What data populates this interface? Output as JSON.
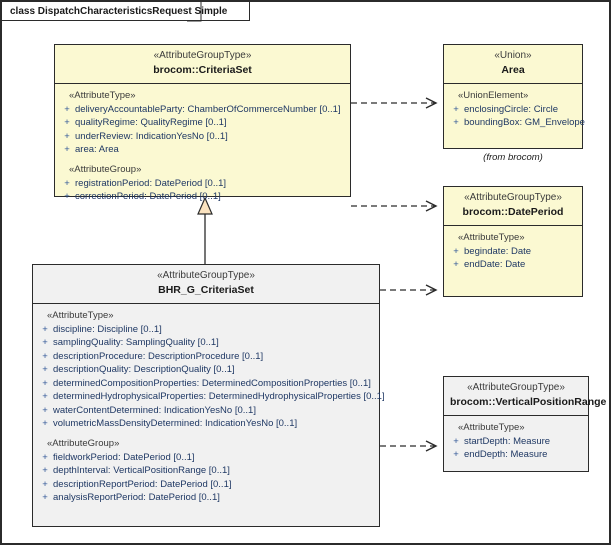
{
  "diagram": {
    "frame_label": "class DispatchCharacteristicsRequest Simple",
    "type": "uml-class-diagram"
  },
  "classes": [
    {
      "id": "criteriaset",
      "stereotype": "«AttributeGroupType»",
      "name": "brocom::CriteriaSet",
      "fill": "yellow",
      "compartments": [
        {
          "group": "«AttributeType»",
          "attributes": [
            {
              "visibility": "+",
              "text": "deliveryAccountableParty: ChamberOfCommerceNumber [0..1]"
            },
            {
              "visibility": "+",
              "text": "qualityRegime: QualityRegime [0..1]"
            },
            {
              "visibility": "+",
              "text": "underReview: IndicationYesNo [0..1]"
            },
            {
              "visibility": "+",
              "text": "area: Area"
            }
          ]
        },
        {
          "group": "«AttributeGroup»",
          "attributes": [
            {
              "visibility": "+",
              "text": "registrationPeriod: DatePeriod [0..1]"
            },
            {
              "visibility": "+",
              "text": "correctionPeriod: DatePeriod [0..1]"
            }
          ]
        }
      ]
    },
    {
      "id": "bhr",
      "stereotype": "«AttributeGroupType»",
      "name": "BHR_G_CriteriaSet",
      "fill": "grey",
      "compartments": [
        {
          "group": "«AttributeType»",
          "attributes": [
            {
              "visibility": "+",
              "text": "discipline: Discipline [0..1]"
            },
            {
              "visibility": "+",
              "text": "samplingQuality: SamplingQuality [0..1]"
            },
            {
              "visibility": "+",
              "text": "descriptionProcedure: DescriptionProcedure [0..1]"
            },
            {
              "visibility": "+",
              "text": "descriptionQuality: DescriptionQuality [0..1]"
            },
            {
              "visibility": "+",
              "text": "determinedCompositionProperties: DeterminedCompositionProperties [0..1]"
            },
            {
              "visibility": "+",
              "text": "determinedHydrophysicalProperties: DeterminedHydrophysicalProperties [0..1]"
            },
            {
              "visibility": "+",
              "text": "waterContentDetermined: IndicationYesNo [0..1]"
            },
            {
              "visibility": "+",
              "text": "volumetricMassDensityDetermined: IndicationYesNo [0..1]"
            }
          ]
        },
        {
          "group": "«AttributeGroup»",
          "attributes": [
            {
              "visibility": "+",
              "text": "fieldworkPeriod: DatePeriod [0..1]"
            },
            {
              "visibility": "+",
              "text": "depthInterval: VerticalPositionRange [0..1]"
            },
            {
              "visibility": "+",
              "text": "descriptionReportPeriod: DatePeriod [0..1]"
            },
            {
              "visibility": "+",
              "text": "analysisReportPeriod: DatePeriod [0..1]"
            }
          ]
        }
      ]
    },
    {
      "id": "area",
      "stereotype": "«Union»",
      "name": "Area",
      "fill": "yellow",
      "note": "(from brocom)",
      "compartments": [
        {
          "group": "«UnionElement»",
          "attributes": [
            {
              "visibility": "+",
              "text": "enclosingCircle: Circle"
            },
            {
              "visibility": "+",
              "text": "boundingBox: GM_Envelope"
            }
          ]
        }
      ]
    },
    {
      "id": "dateperiod",
      "stereotype": "«AttributeGroupType»",
      "name": "brocom::DatePeriod",
      "fill": "yellow",
      "compartments": [
        {
          "group": "«AttributeType»",
          "attributes": [
            {
              "visibility": "+",
              "text": "begindate: Date"
            },
            {
              "visibility": "+",
              "text": "endDate: Date"
            }
          ]
        }
      ]
    },
    {
      "id": "vpr",
      "stereotype": "«AttributeGroupType»",
      "name": "brocom::VerticalPositionRange",
      "fill": "grey",
      "compartments": [
        {
          "group": "«AttributeType»",
          "attributes": [
            {
              "visibility": "+",
              "text": "startDepth: Measure"
            },
            {
              "visibility": "+",
              "text": "endDepth: Measure"
            }
          ]
        }
      ]
    }
  ],
  "connectors": [
    {
      "id": "c1",
      "kind": "dependency",
      "from": "criteriaset",
      "to": "area"
    },
    {
      "id": "c2",
      "kind": "dependency",
      "from": "criteriaset",
      "to": "dateperiod"
    },
    {
      "id": "c3",
      "kind": "dependency",
      "from": "bhr",
      "to": "dateperiod"
    },
    {
      "id": "c4",
      "kind": "dependency",
      "from": "bhr",
      "to": "vpr"
    },
    {
      "id": "c5",
      "kind": "generalization",
      "from": "bhr",
      "to": "criteriaset"
    }
  ],
  "colors": {
    "class_fill_yellow": "#fbf9d2",
    "class_fill_grey": "#f1f1f1",
    "border": "#2b2b2b",
    "attribute_text": "#1f3864",
    "generalization_fill": "#fbe3c0"
  }
}
